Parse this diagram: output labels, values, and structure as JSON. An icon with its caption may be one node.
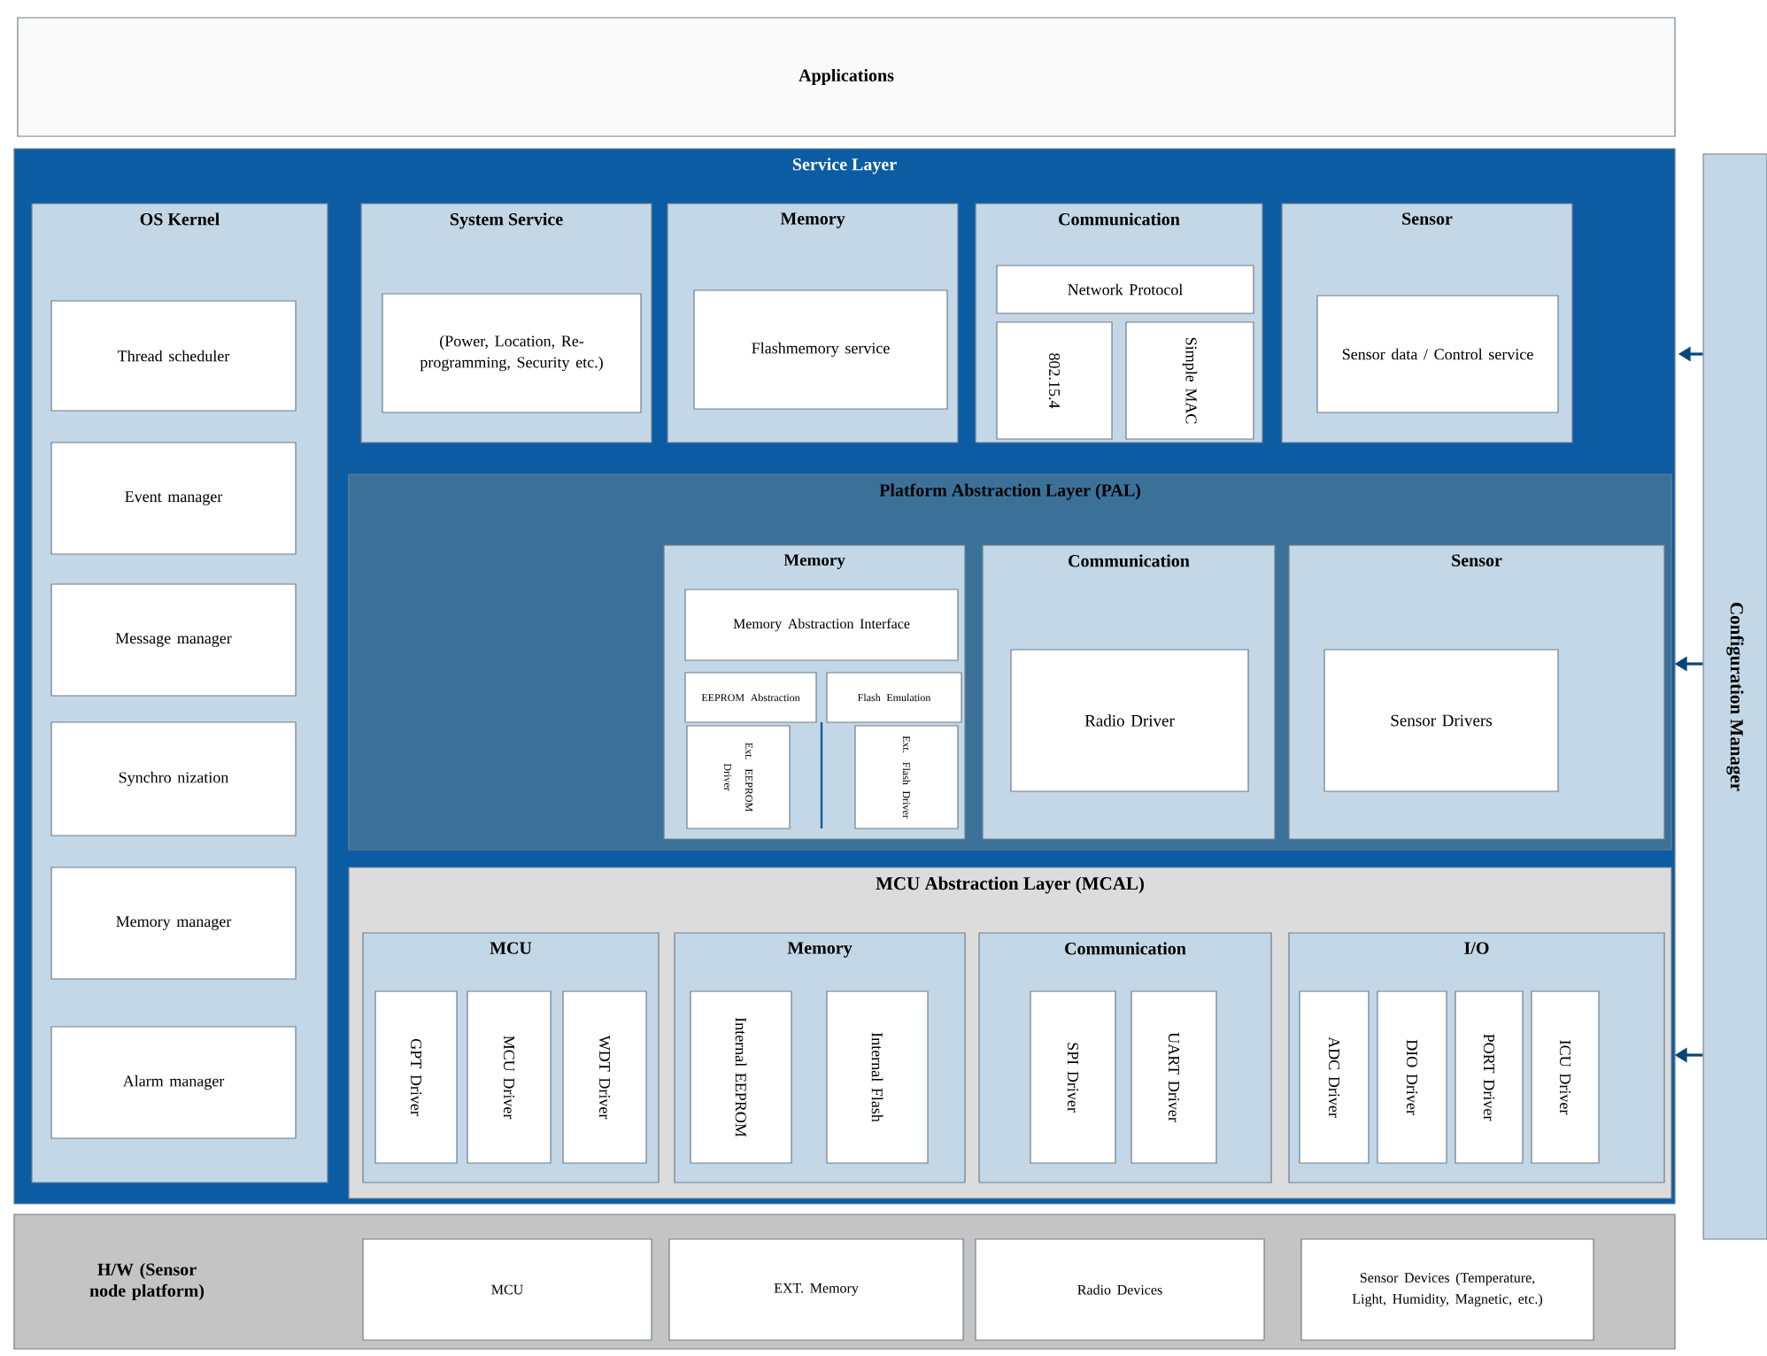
{
  "diagram": {
    "nodes": [
      {
        "text": [
          "Applications"
        ]
      },
      {
        "text": [
          "Service Layer"
        ]
      },
      {
        "text": [
          "OS Kernel"
        ],
        "in": 1
      },
      {
        "text": [
          "Thread scheduler"
        ],
        "in": 2
      },
      {
        "text": [
          "Event manager"
        ],
        "in": 2
      },
      {
        "text": [
          "Message manager"
        ],
        "in": 2
      },
      {
        "text": [
          "Synchro nization"
        ],
        "in": 2
      },
      {
        "text": [
          "Memory manager"
        ],
        "in": 2
      },
      {
        "text": [
          "Alarm manager"
        ],
        "in": 2
      },
      {
        "text": [
          "System Service"
        ],
        "in": 1
      },
      {
        "text": [
          "(Power, Location, Re-programming, Security etc.)"
        ],
        "in": 9
      },
      {
        "text": [
          "Memory"
        ],
        "in": 1
      },
      {
        "text": [
          "Flashmemory service"
        ],
        "in": 11
      },
      {
        "text": [
          "Communication"
        ],
        "in": 1
      },
      {
        "text": [
          "Network Protocol"
        ],
        "in": 13
      },
      {
        "text": [
          "802.15.4"
        ],
        "in": 13
      },
      {
        "text": [
          "Simple MAC"
        ],
        "in": 13
      },
      {
        "text": [
          "Sensor"
        ],
        "in": 1
      },
      {
        "text": [
          "Sensor data / Control service"
        ],
        "in": 17
      },
      {
        "text": [
          "Platform Abstraction Layer (PAL)"
        ],
        "in": 1
      },
      {
        "text": [
          "Memory"
        ],
        "in": 19
      },
      {
        "text": [
          "Memory Abstraction Interface"
        ],
        "in": 20
      },
      {
        "text": [
          "EEPROM Abstraction"
        ],
        "in": 20
      },
      {
        "text": [
          "Flash Emulation"
        ],
        "in": 20
      },
      {
        "text": [
          "Ext. EEPROM Driver"
        ],
        "in": 20
      },
      {
        "text": [
          "Ext. Flash Driver"
        ],
        "in": 20
      },
      {
        "text": [
          "Communication"
        ],
        "in": 19
      },
      {
        "text": [
          "Radio Driver"
        ],
        "in": 26
      },
      {
        "text": [
          "Sensor"
        ],
        "in": 19
      },
      {
        "text": [
          "Sensor Drivers"
        ],
        "in": 28
      },
      {
        "text": [
          "MCU Abstraction Layer (MCAL)"
        ],
        "in": 1
      },
      {
        "text": [
          "MCU"
        ],
        "in": 30
      },
      {
        "text": [
          "GPT Driver"
        ],
        "in": 31
      },
      {
        "text": [
          "MCU Driver"
        ],
        "in": 31
      },
      {
        "text": [
          "WDT Driver"
        ],
        "in": 31
      },
      {
        "text": [
          "Memory"
        ],
        "in": 30
      },
      {
        "text": [
          "Internal EEPROM"
        ],
        "in": 35
      },
      {
        "text": [
          "Internal Flash"
        ],
        "in": 35
      },
      {
        "text": [
          "Communication"
        ],
        "in": 30
      },
      {
        "text": [
          "SPI Driver"
        ],
        "in": 38
      },
      {
        "text": [
          "UART Driver"
        ],
        "in": 38
      },
      {
        "text": [
          "I/O"
        ],
        "in": 30
      },
      {
        "text": [
          "ADC Driver"
        ],
        "in": 41
      },
      {
        "text": [
          "DIO Driver"
        ],
        "in": 41
      },
      {
        "text": [
          "PORT Driver"
        ],
        "in": 41
      },
      {
        "text": [
          "ICU Driver"
        ],
        "in": 41
      },
      {
        "text": [
          "Configuration Manager"
        ]
      },
      {
        "text": [
          "H/W (Sensor node platform)"
        ]
      },
      {
        "text": [
          "MCU"
        ],
        "in": 47
      },
      {
        "text": [
          "EXT. Memory"
        ],
        "in": 47
      },
      {
        "text": [
          "Radio Devices"
        ],
        "in": 47
      },
      {
        "text": [
          "Sensor Devices (Temperature, Light, Humidity, Magnetic, etc.)"
        ],
        "in": 47
      }
    ],
    "edges": [
      {
        "from": 46,
        "to": 1,
        "arrow": "to"
      },
      {
        "from": 46,
        "to": 19,
        "arrow": "to"
      },
      {
        "from": 46,
        "to": 30,
        "arrow": "to"
      }
    ]
  }
}
